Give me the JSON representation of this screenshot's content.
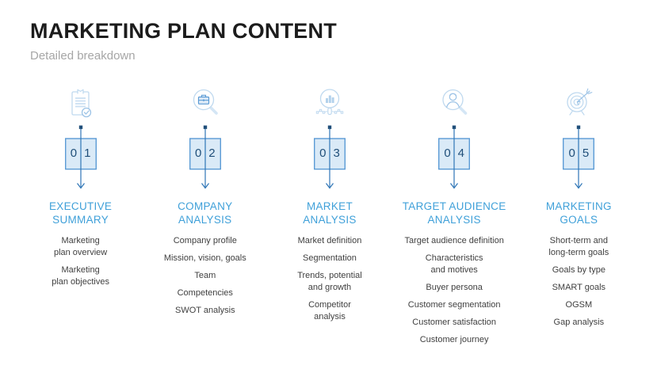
{
  "slide": {
    "title": "MARKETING PLAN CONTENT",
    "subtitle": "Detailed breakdown"
  },
  "colors": {
    "heading_accent": "#3fa0d9",
    "number_box_fill": "#daeaf7",
    "number_box_border": "#5b9bd5",
    "connector_line": "#2e75b6",
    "digit_color": "#1f4e79",
    "body_text": "#404040",
    "title_text": "#1c1c1c",
    "subtitle_text": "#a6a6a6",
    "icon_light": "#bfd9ef",
    "icon_medium": "#5b9bd5"
  },
  "columns": [
    {
      "icon": "clipboard-check-icon",
      "digits": [
        "0",
        "1"
      ],
      "heading": "EXECUTIVE\nSUMMARY",
      "items": [
        "Marketing\nplan overview",
        "Marketing\nplan objectives"
      ]
    },
    {
      "icon": "briefcase-search-icon",
      "digits": [
        "0",
        "2"
      ],
      "heading": "COMPANY\nANALYSIS",
      "items": [
        "Company profile",
        "Mission, vision, goals",
        "Team",
        "Competencies",
        "SWOT analysis"
      ]
    },
    {
      "icon": "chart-search-icon",
      "digits": [
        "0",
        "3"
      ],
      "heading": "MARKET\nANALYSIS",
      "items": [
        "Market definition",
        "Segmentation",
        "Trends, potential\nand growth",
        "Competitor\nanalysis"
      ]
    },
    {
      "icon": "person-search-icon",
      "digits": [
        "0",
        "4"
      ],
      "heading": "TARGET AUDIENCE\nANALYSIS",
      "items": [
        "Target audience definition",
        "Characteristics\nand motives",
        "Buyer persona",
        "Customer segmentation",
        "Customer satisfaction",
        "Customer journey"
      ]
    },
    {
      "icon": "target-arrow-icon",
      "digits": [
        "0",
        "5"
      ],
      "heading": "MARKETING\nGOALS",
      "items": [
        "Short-term and\nlong-term goals",
        "Goals by type",
        "SMART goals",
        "OGSM",
        "Gap analysis"
      ]
    }
  ]
}
